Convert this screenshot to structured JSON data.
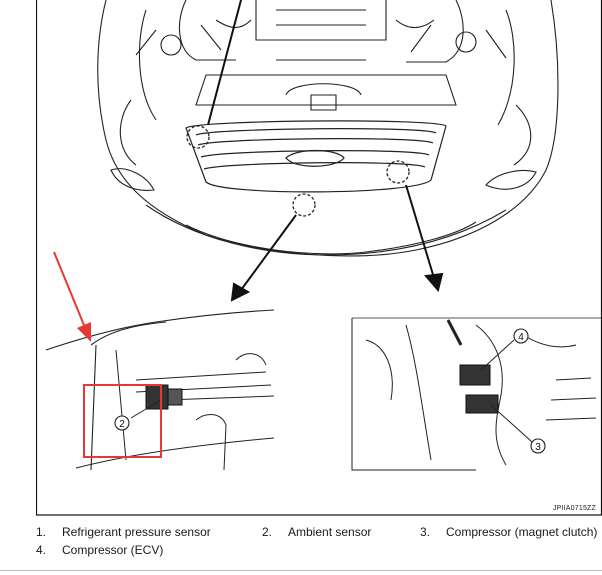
{
  "figure": {
    "id": "JPIIA0715ZZ",
    "callouts": {
      "c2": "2",
      "c3": "3",
      "c4": "4"
    },
    "highlight_color": "#e53935"
  },
  "legend": {
    "items": [
      {
        "num": "1.",
        "label": "Refrigerant pressure sensor"
      },
      {
        "num": "2.",
        "label": "Ambient sensor"
      },
      {
        "num": "3.",
        "label": "Compressor (magnet clutch)"
      },
      {
        "num": "4.",
        "label": "Compressor (ECV)"
      }
    ]
  }
}
